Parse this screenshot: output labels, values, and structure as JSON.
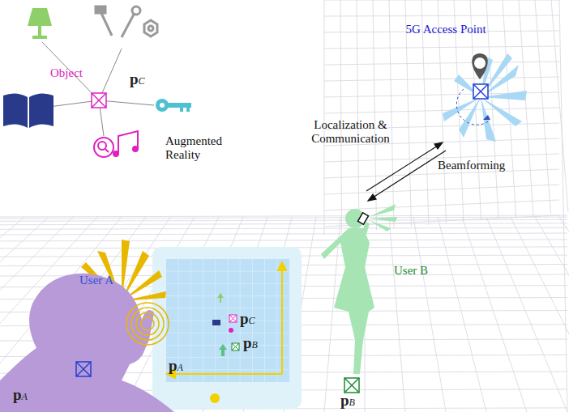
{
  "diagram": {
    "labels": [
      "Object",
      "pC",
      "Augmented Reality",
      "5G Access Point",
      "Localization & Communication",
      "Beamforming",
      "User A",
      "User B",
      "pC",
      "pB",
      "pA",
      "pA",
      "pB"
    ]
  }
}
